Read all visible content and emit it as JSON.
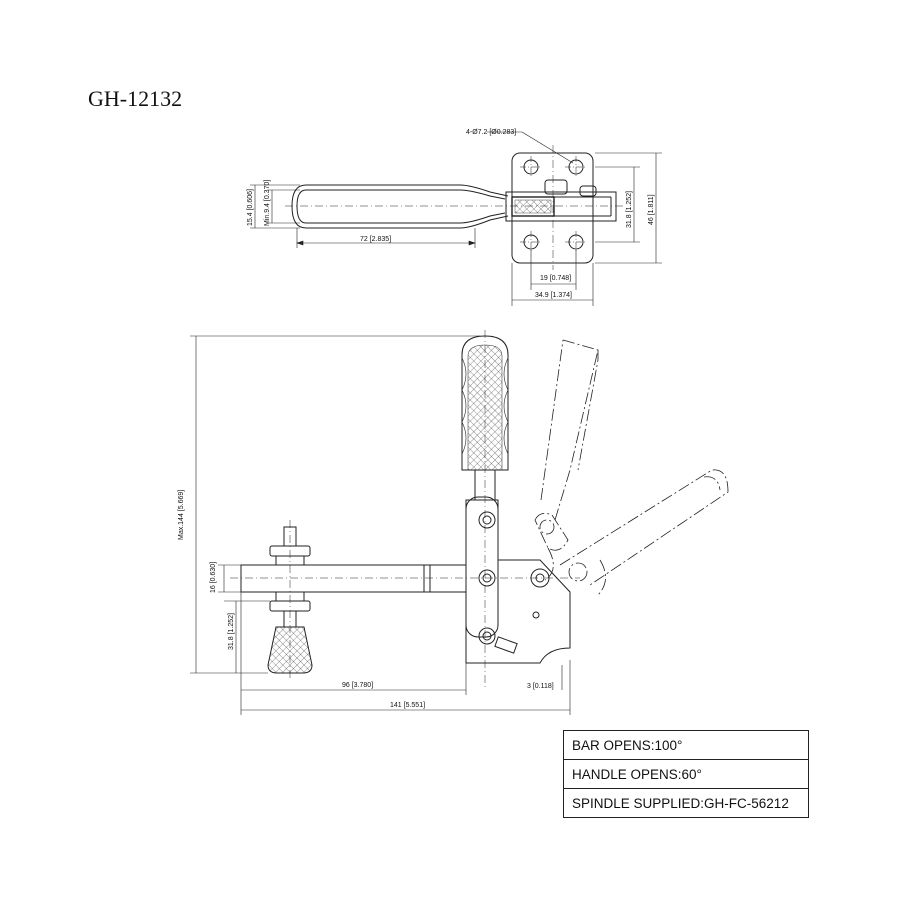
{
  "model": "GH-12132",
  "dimensions": {
    "hole": "4-Ø7.2 [Ø0.283]",
    "grip_width": "15.4 [0.606]",
    "min_opening": "Min.9.4 [0.370]",
    "handle_length": "72 [2.835]",
    "hole_spacing_v": "31.8 [1.252]",
    "base_height": "46 [1.811]",
    "hole_spacing_h": "19 [0.748]",
    "base_width": "34.9 [1.374]",
    "max_height": "Max.144 [5.669]",
    "bar_height": "16 [0.630]",
    "spindle_drop": "31.8 [1.252]",
    "bar_reach": "96 [3.780]",
    "base_offset": "3 [0.118]",
    "overall_length": "141 [5.551]"
  },
  "specs": [
    "BAR OPENS:100°",
    "HANDLE OPENS:60°",
    "SPINDLE SUPPLIED:GH-FC-56212"
  ]
}
